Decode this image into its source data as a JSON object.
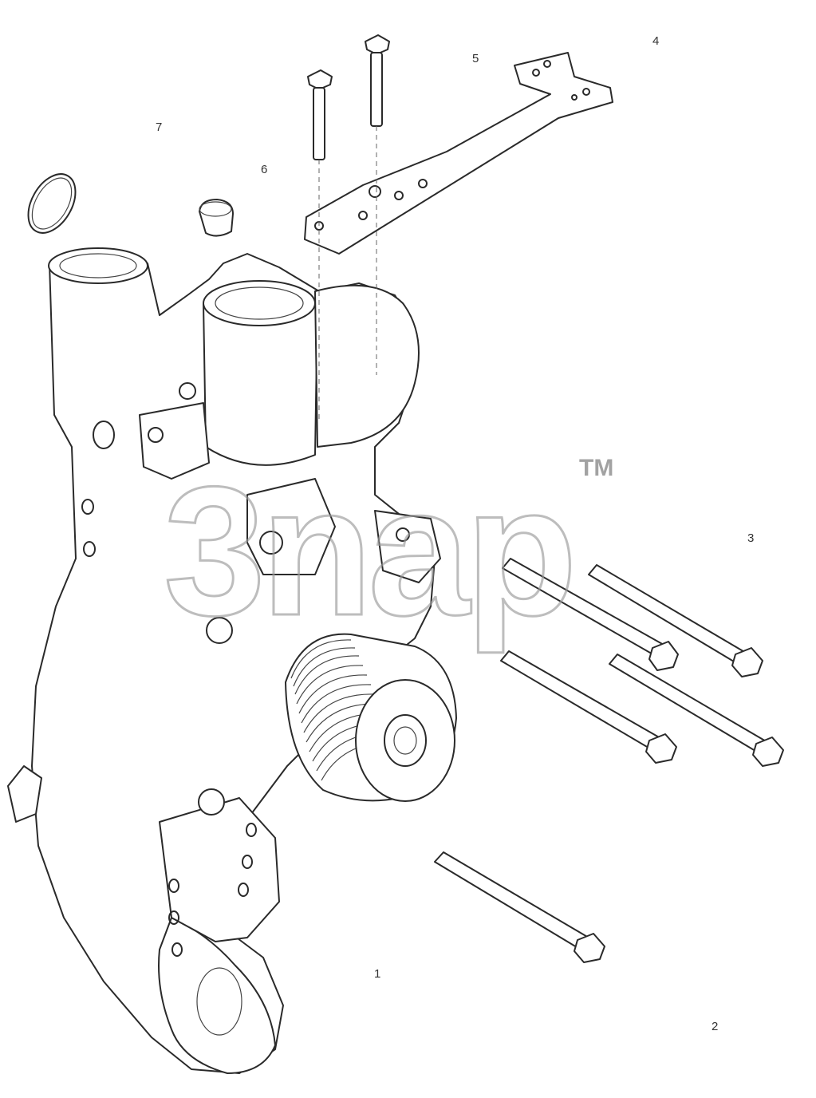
{
  "callouts": {
    "c1": "1",
    "c2": "2",
    "c3": "3",
    "c4": "4",
    "c5": "5",
    "c6": "6",
    "c7": "7"
  },
  "watermark": {
    "text": "3nap",
    "trademark": "TM"
  },
  "colors": {
    "line": "#2a2a2a",
    "watermark": "#9a9a9a",
    "background": "#ffffff"
  }
}
